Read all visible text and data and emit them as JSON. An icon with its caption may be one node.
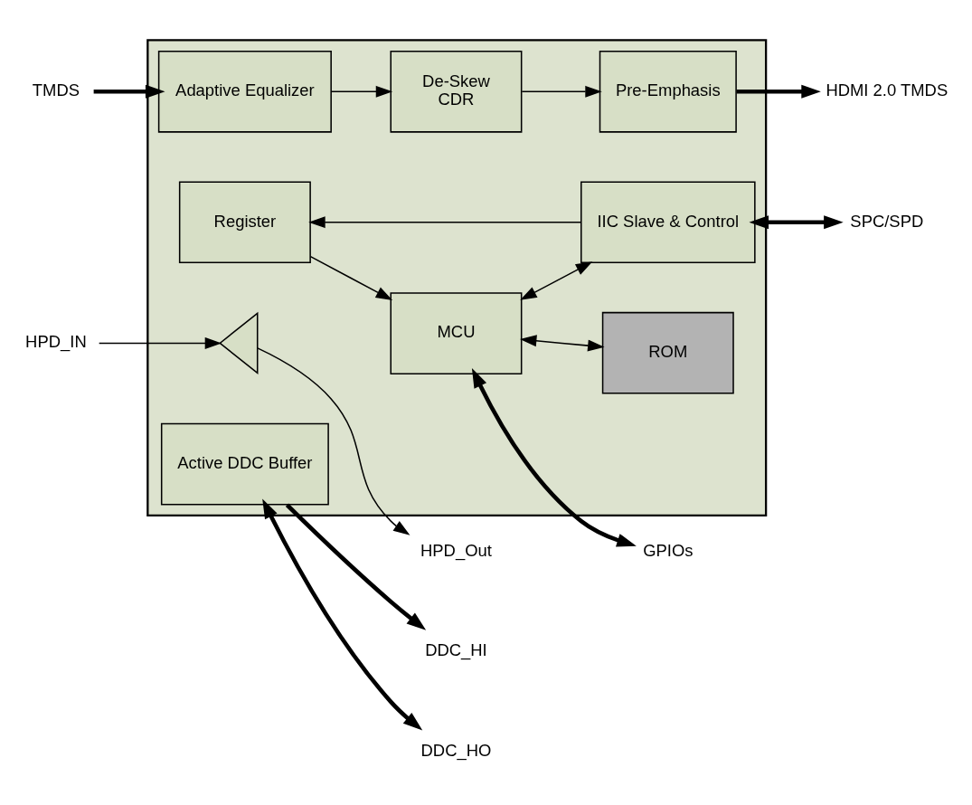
{
  "diagram": {
    "nodes": [
      {
        "text": [],
        "shape": "box"
      },
      {
        "text": [
          "Adaptive Equalizer"
        ],
        "in": 0
      },
      {
        "text": [
          "De-Skew",
          "CDR"
        ],
        "in": 0
      },
      {
        "text": [
          "Pre-Emphasis"
        ],
        "in": 0
      },
      {
        "text": [],
        "shape": "triangle",
        "in": 0
      },
      {
        "text": [
          "Active DDC Buffer"
        ],
        "in": 0
      },
      {
        "text": [
          "Register"
        ],
        "in": 0
      },
      {
        "text": [
          "MCU"
        ],
        "in": 0
      },
      {
        "text": [
          "IIC Slave & Control"
        ],
        "in": 0
      },
      {
        "text": [
          "ROM"
        ],
        "in": 0
      },
      {
        "text": [
          "TMDS"
        ]
      },
      {
        "text": [
          "HDMI 2.0 TMDS"
        ]
      },
      {
        "text": [
          "HPD_Out"
        ]
      },
      {
        "text": [
          "HPD_IN"
        ]
      },
      {
        "text": [
          "DDC_HI"
        ]
      },
      {
        "text": [
          "DDC_HO"
        ]
      },
      {
        "text": [
          "SPC/SPD"
        ]
      },
      {
        "text": [
          "GPIOs"
        ]
      }
    ],
    "edges": [
      {
        "from": 10,
        "to": 1,
        "arrow": "to",
        "style": "thick"
      },
      {
        "from": 1,
        "to": 2,
        "arrow": "to"
      },
      {
        "from": 2,
        "to": 3,
        "arrow": "to"
      },
      {
        "from": 3,
        "to": 11,
        "arrow": "to",
        "style": "thick"
      },
      {
        "from": 13,
        "to": 4,
        "arrow": "to"
      },
      {
        "from": 4,
        "to": 12,
        "arrow": "to"
      },
      {
        "from": 5,
        "to": 14,
        "arrow": "to",
        "style": "thick"
      },
      {
        "from": 5,
        "to": 15,
        "arrow": "both",
        "style": "thick"
      },
      {
        "from": 8,
        "to": 6,
        "arrow": "to"
      },
      {
        "from": 6,
        "to": 7,
        "arrow": "to"
      },
      {
        "from": 7,
        "to": 8,
        "arrow": "both"
      },
      {
        "from": 8,
        "to": 16,
        "arrow": "both",
        "style": "thick"
      },
      {
        "from": 7,
        "to": 9,
        "arrow": "both"
      },
      {
        "from": 7,
        "to": 17,
        "arrow": "both",
        "style": "thick"
      }
    ]
  }
}
